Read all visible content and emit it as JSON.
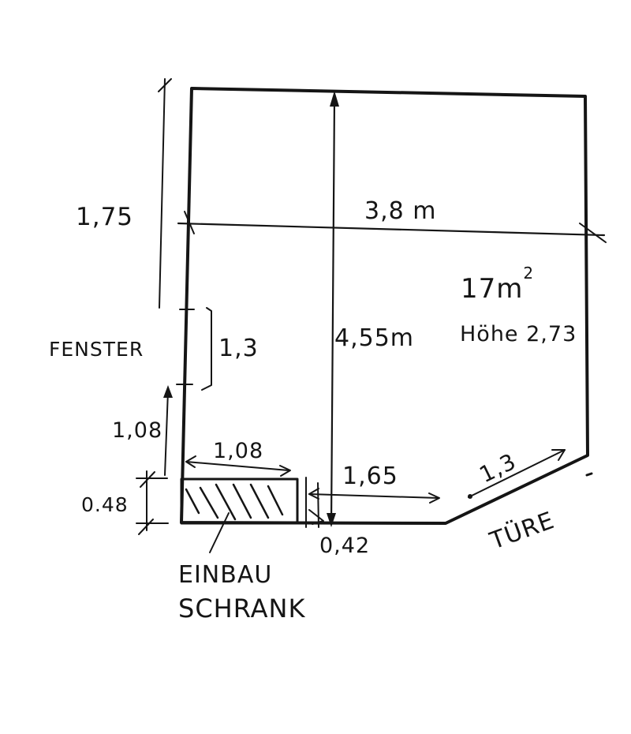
{
  "floor_plan": {
    "labels": {
      "height_above_window": "1,75",
      "room_width": "3,8 m",
      "room_depth": "4,55m",
      "area": "17m",
      "area_exponent": "2",
      "ceiling_height": "Höhe 2,73",
      "window": "FENSTER",
      "window_width": "1,3",
      "height_below_window": "1,08",
      "wardrobe_width": "1,08",
      "wardrobe_depth": "0.48",
      "wall_to_door_gap": "1,65",
      "door_width": "1,3",
      "wardrobe_gap": "0,42",
      "door": "TÜRE",
      "wardrobe_line1": "EINBAU",
      "wardrobe_line2": "SCHRANK"
    }
  }
}
